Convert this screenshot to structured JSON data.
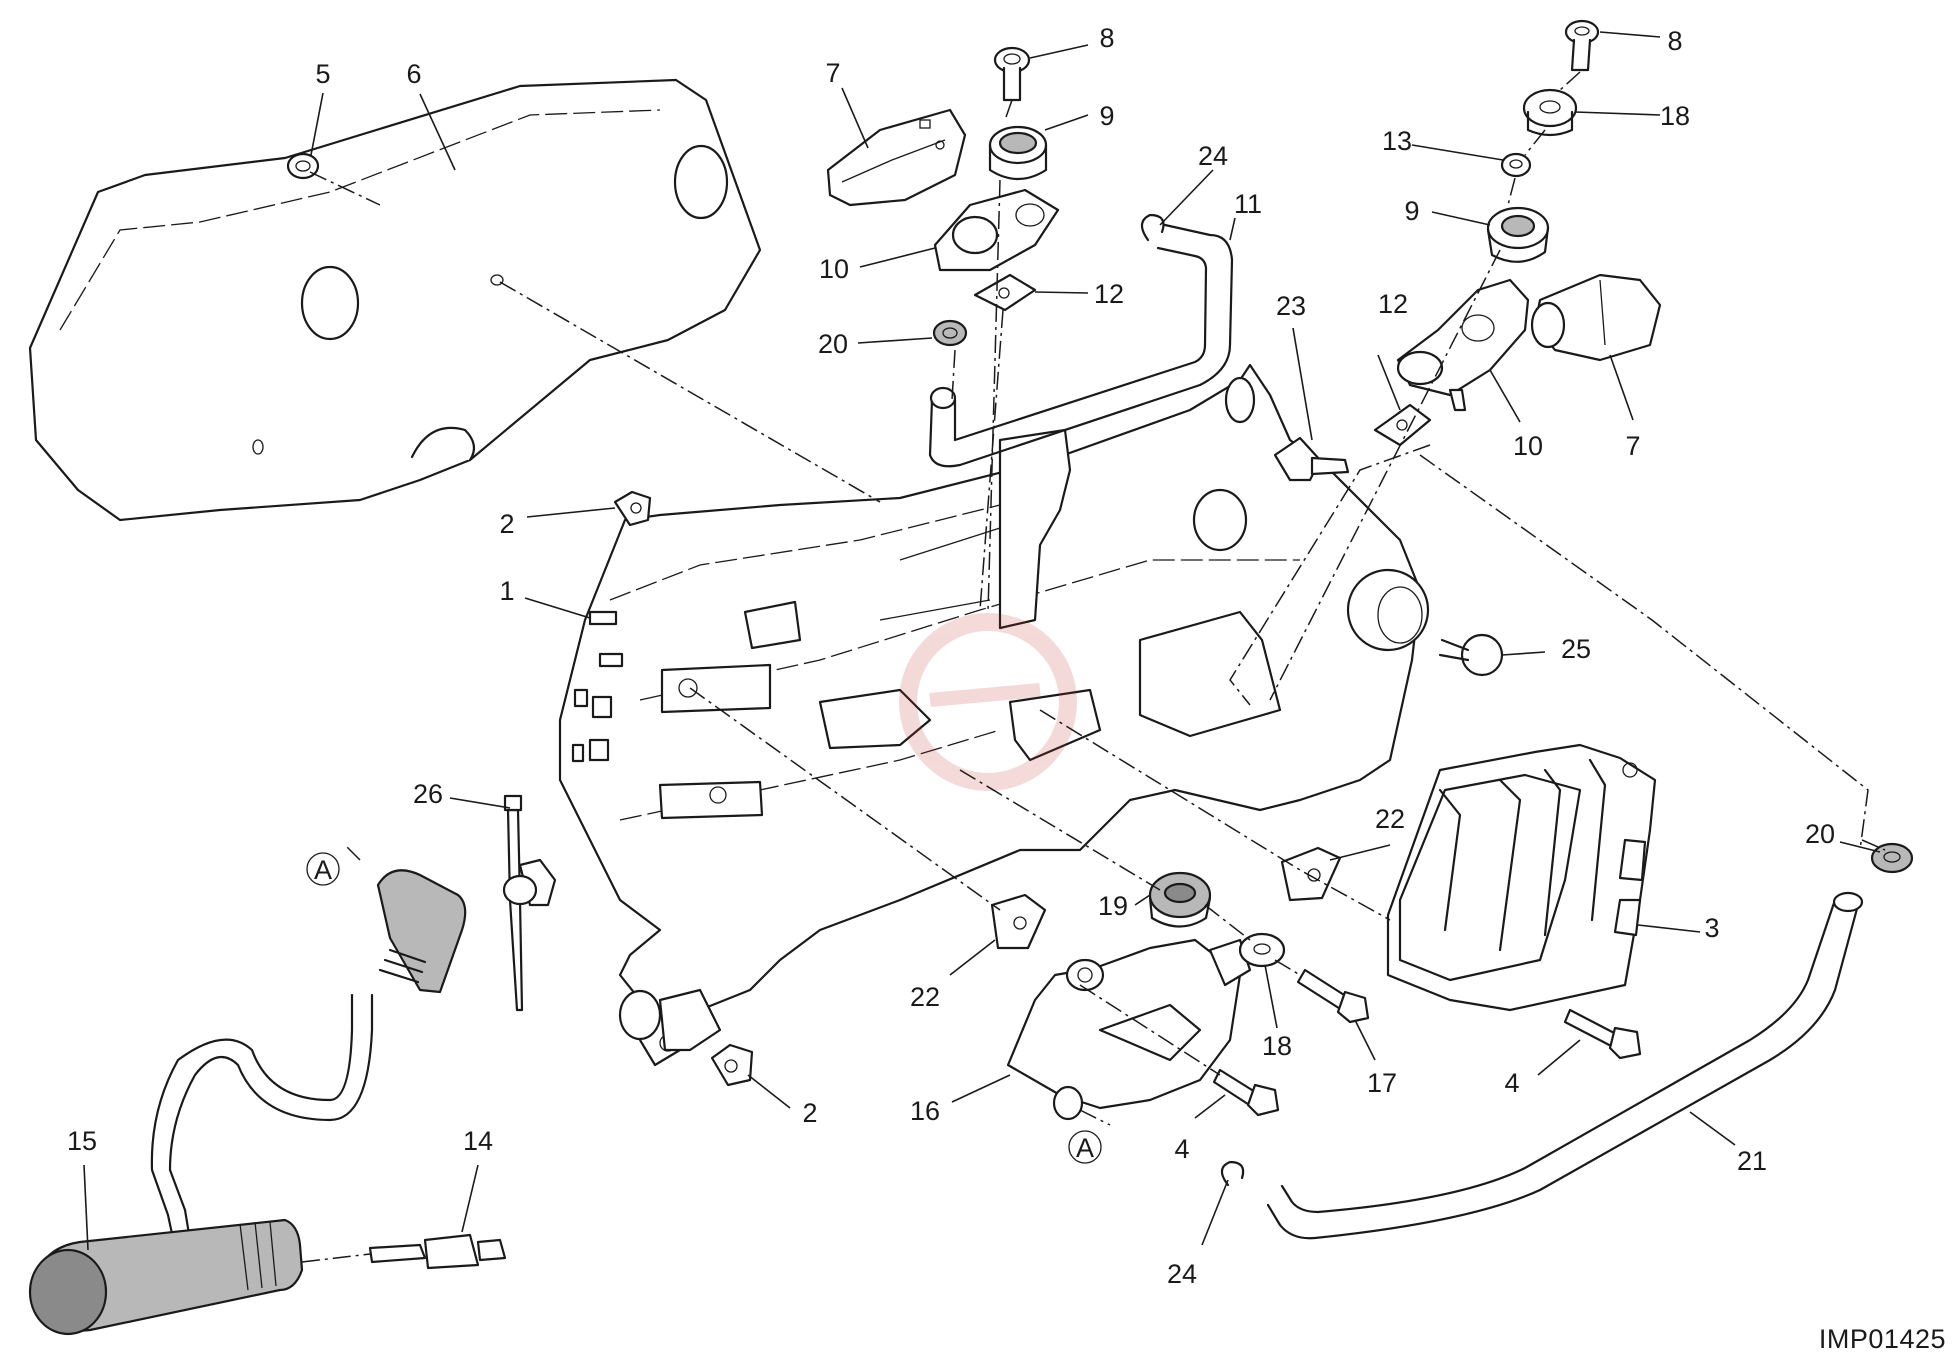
{
  "drawing_code": "IMP01425",
  "connection_marker": "A",
  "callouts": {
    "c5": "5",
    "c6": "6",
    "c7a": "7",
    "c8a": "8",
    "c9a": "9",
    "c10a": "10",
    "c12a": "12",
    "c20a": "20",
    "c24a": "24",
    "c11": "11",
    "c8b": "8",
    "c18a": "18",
    "c13": "13",
    "c9b": "9",
    "c23": "23",
    "c12b": "12",
    "c10b": "10",
    "c7b": "7",
    "c2a": "2",
    "c1": "1",
    "c25": "25",
    "c26": "26",
    "c22a": "22",
    "c20b": "20",
    "c3": "3",
    "c19": "19",
    "c22b": "22",
    "c18b": "18",
    "c17": "17",
    "c4a": "4",
    "c4b": "4",
    "c16": "16",
    "c2b": "2",
    "c15": "15",
    "c14": "14",
    "c21": "21",
    "c24b": "24"
  },
  "colors": {
    "line": "#1a1a1a",
    "part_fill": "#ffffff",
    "rubber": "#b8b8b8"
  }
}
